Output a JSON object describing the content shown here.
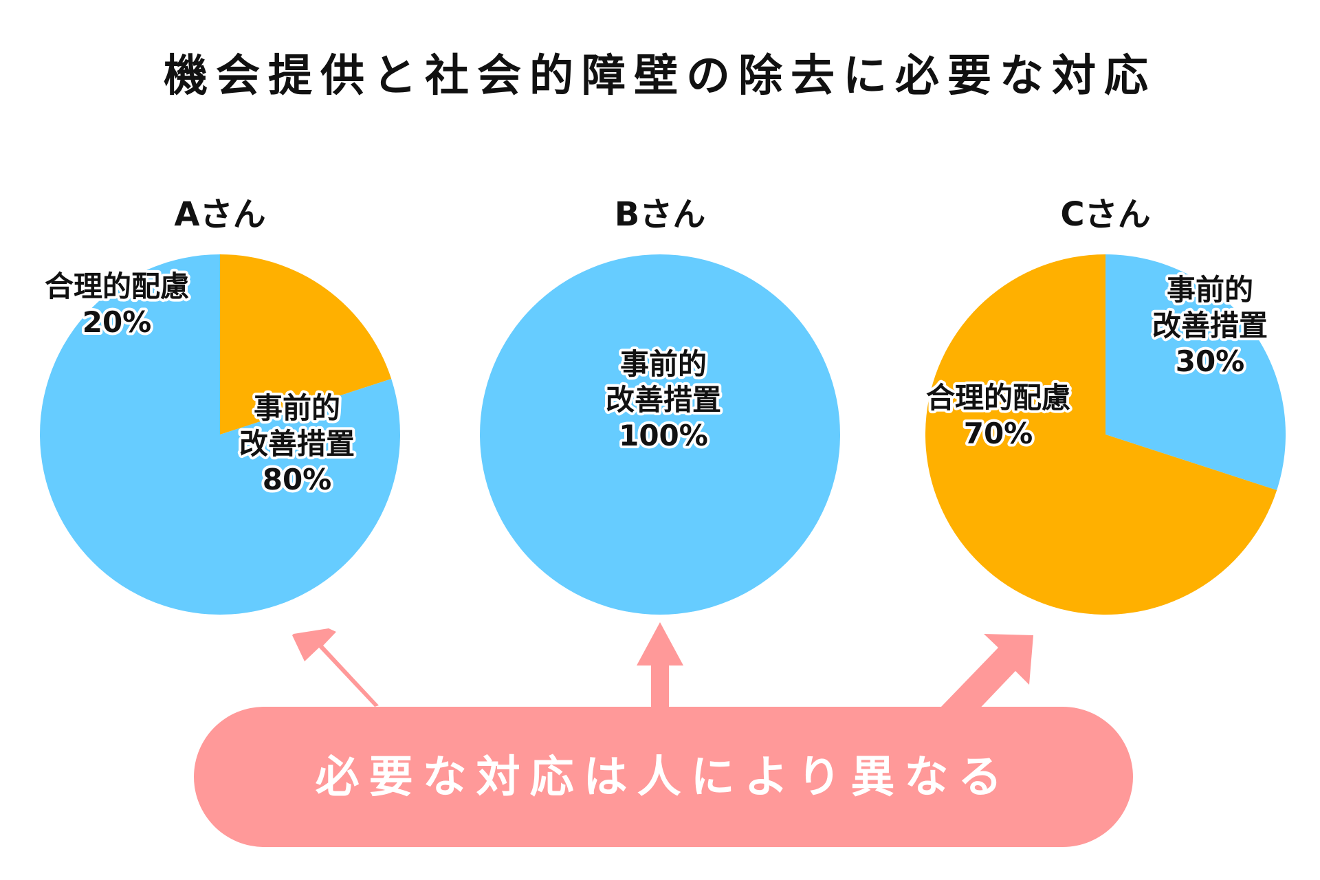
{
  "title": "機会提供と社会的障壁の除去に必要な対応",
  "colors": {
    "blue": "#66CCFF",
    "orange": "#FFB000",
    "pink": "#FF9999",
    "text": "#111111"
  },
  "chart_data": [
    {
      "type": "pie",
      "title": "Aさん",
      "slices": [
        {
          "label_lines": [
            "事前的",
            "改善措置"
          ],
          "value": 80,
          "value_label": "80%",
          "color": "#66CCFF"
        },
        {
          "label_lines": [
            "合理的配慮"
          ],
          "value": 20,
          "value_label": "20%",
          "color": "#FFB000"
        }
      ]
    },
    {
      "type": "pie",
      "title": "Bさん",
      "slices": [
        {
          "label_lines": [
            "事前的",
            "改善措置"
          ],
          "value": 100,
          "value_label": "100%",
          "color": "#66CCFF"
        }
      ]
    },
    {
      "type": "pie",
      "title": "Cさん",
      "slices": [
        {
          "label_lines": [
            "事前的",
            "改善措置"
          ],
          "value": 30,
          "value_label": "30%",
          "color": "#66CCFF"
        },
        {
          "label_lines": [
            "合理的配慮"
          ],
          "value": 70,
          "value_label": "70%",
          "color": "#FFB000"
        }
      ]
    }
  ],
  "banner": {
    "text": "必要な対応は人により異なる"
  }
}
